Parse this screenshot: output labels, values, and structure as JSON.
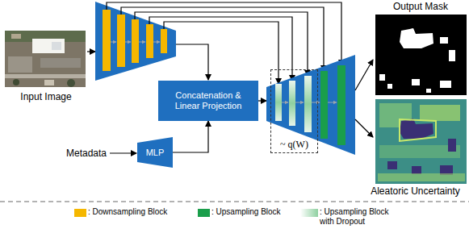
{
  "diagram": {
    "nodes": [
      {
        "text": [
          "Input Image"
        ]
      },
      {
        "text": [
          "Concatenation & Linear Projection"
        ]
      },
      {
        "text": [
          "MLP"
        ]
      },
      {
        "text": [
          "~ q(W)"
        ]
      },
      {
        "text": [
          "Output Mask"
        ]
      },
      {
        "text": [
          "Aleatoric Uncertainty"
        ]
      }
    ],
    "edges": [
      {
        "from": 2,
        "to": 1,
        "arrow": "to"
      }
    ],
    "labels": [
      "Metadata"
    ],
    "legend": [
      {
        "text": ": Downsampling Block",
        "color": "#f5b700"
      },
      {
        "text": ": Upsampling Block",
        "color": "#1a9e4b"
      },
      {
        "text": ": Upsampling Block with Dropout"
      }
    ]
  }
}
